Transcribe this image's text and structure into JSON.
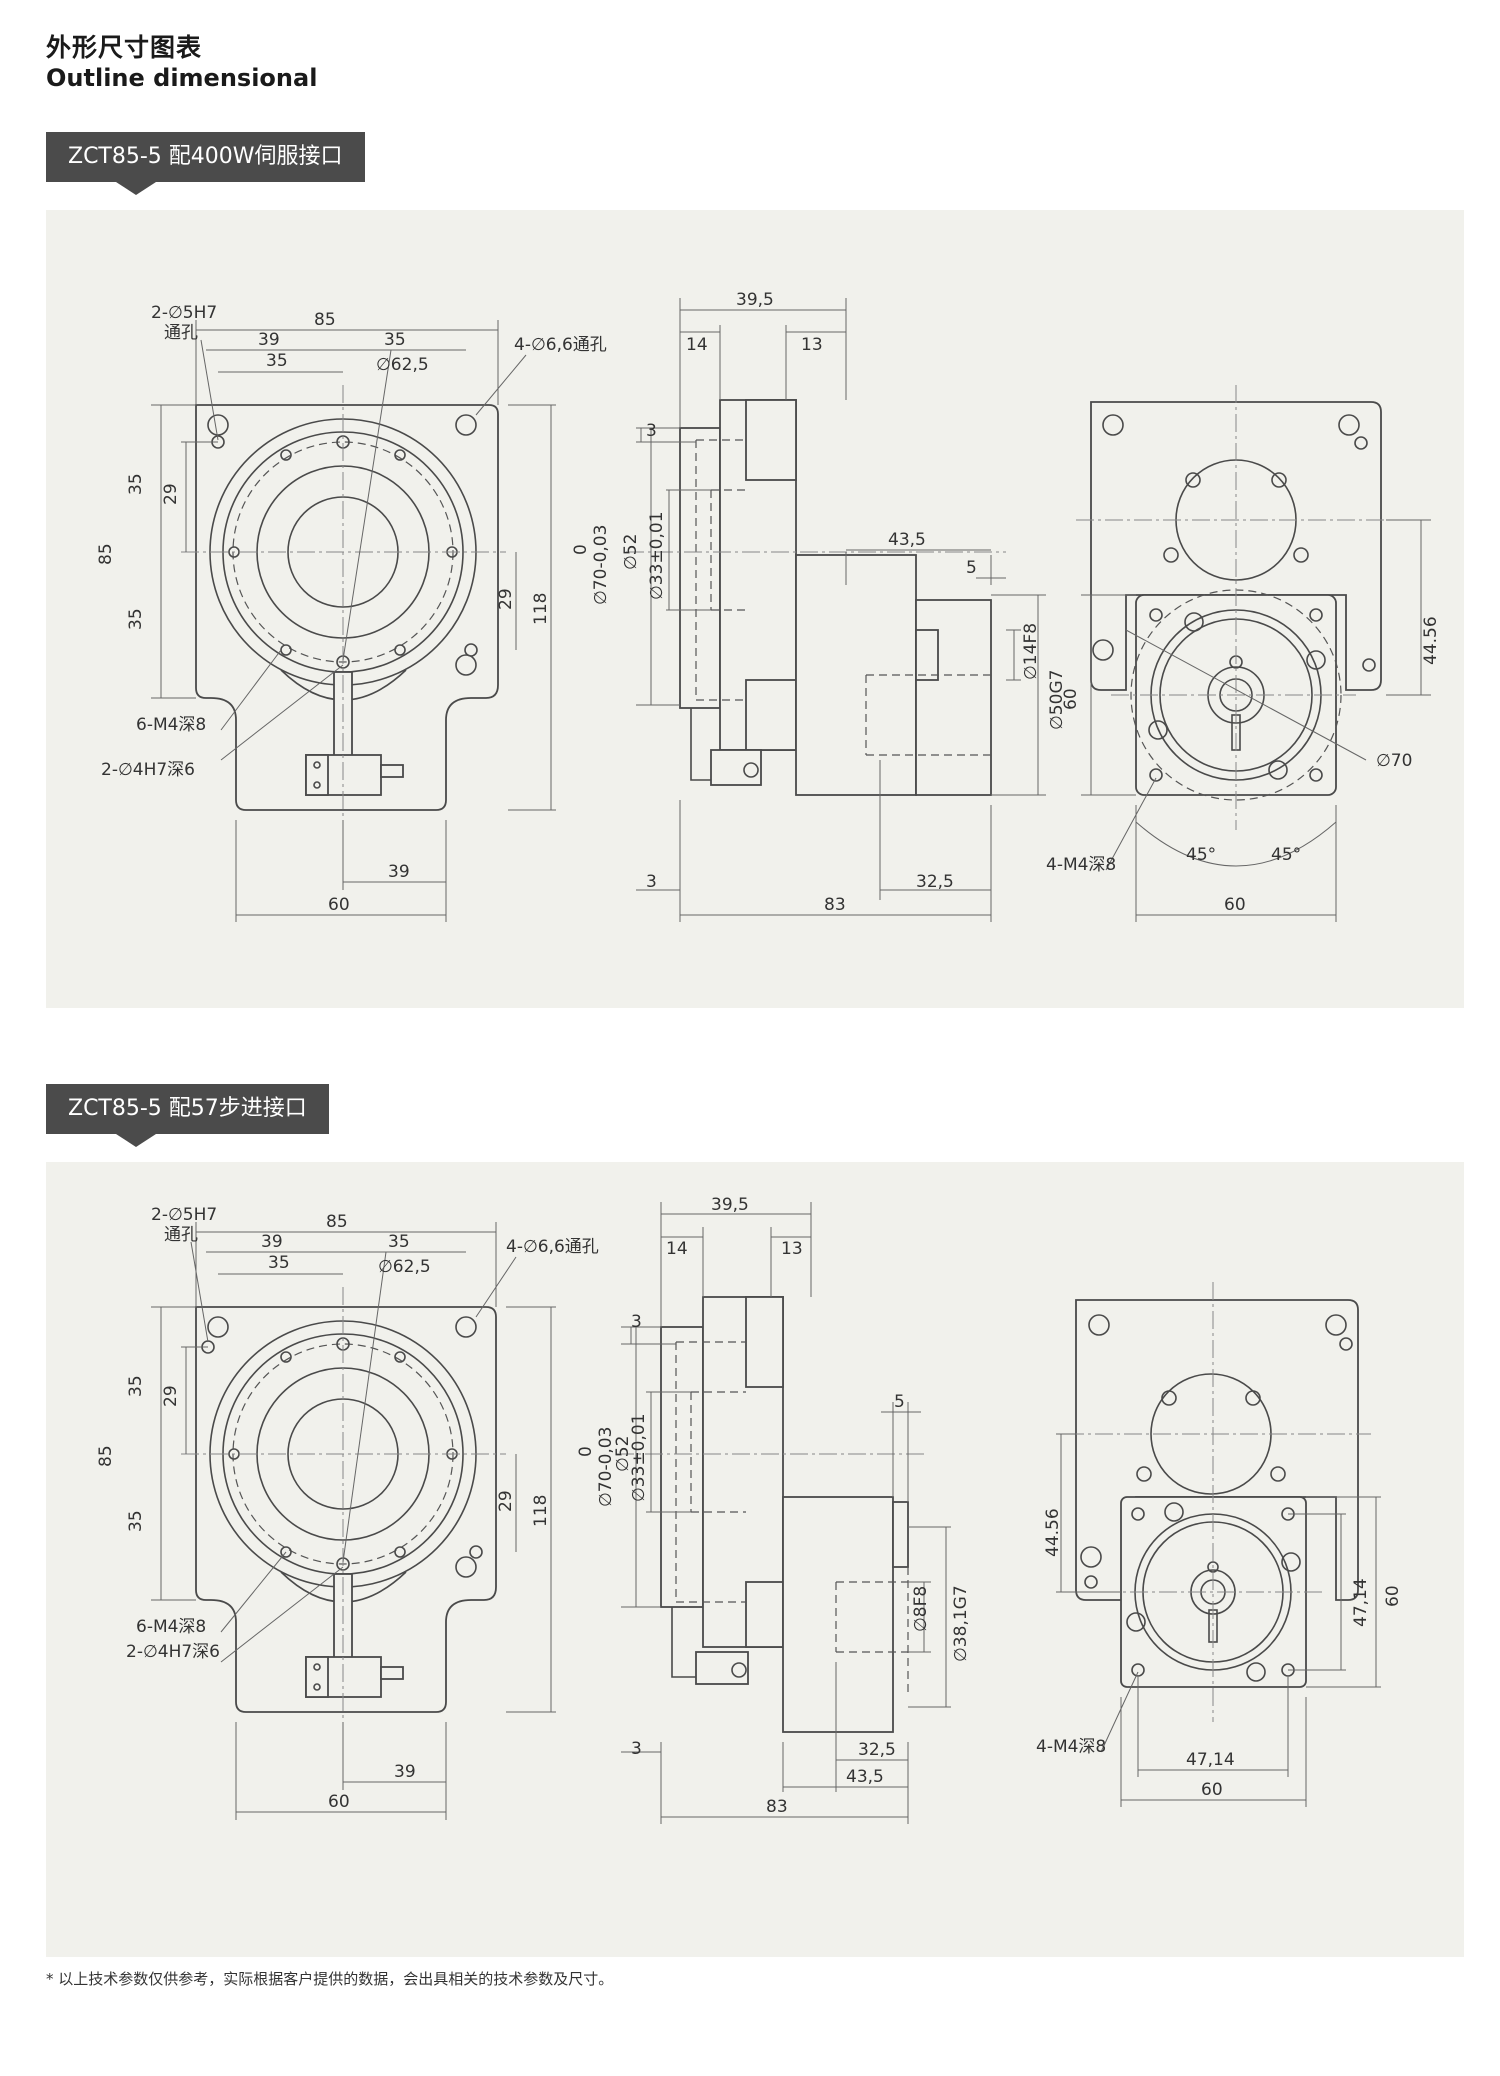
{
  "header": {
    "title_cn": "外形尺寸图表",
    "title_en": "Outline dimensional"
  },
  "section1": {
    "tag": "ZCT85-5 配400W伺服接口",
    "front": {
      "hole1": "2-∅5H7",
      "hole1b": "通孔",
      "hole2": "4-∅6,6通孔",
      "d85_top": "85",
      "d39": "39",
      "d35a": "35",
      "d35b": "35",
      "pcd": "∅62,5",
      "v35a": "35",
      "v29": "29",
      "v85": "85",
      "v35b": "35",
      "v29r": "29",
      "v118": "118",
      "tap": "6-M4深8",
      "pin": "2-∅4H7深6",
      "b39": "39",
      "b60": "60"
    },
    "side": {
      "d395": "39,5",
      "d14": "14",
      "d13": "13",
      "d3top": "3",
      "d0": "0",
      "d70": "∅70-0,03",
      "d52": "∅52",
      "d33": "∅33±0,01",
      "d435": "43,5",
      "d5": "5",
      "d14f8": "∅14F8",
      "d50g7": "∅50G7",
      "d3bot": "3",
      "d325": "32,5",
      "d83": "83"
    },
    "motor": {
      "v4456": "44.56",
      "v60": "60",
      "dia70": "∅70",
      "tap": "4-M4深8",
      "ang1": "45°",
      "ang2": "45°",
      "b60": "60"
    }
  },
  "section2": {
    "tag": "ZCT85-5 配57步进接口",
    "front": {
      "hole1": "2-∅5H7",
      "hole1b": "通孔",
      "hole2": "4-∅6,6通孔",
      "d85_top": "85",
      "d39": "39",
      "d35a": "35",
      "d35b": "35",
      "pcd": "∅62,5",
      "v35a": "35",
      "v29": "29",
      "v85": "85",
      "v35b": "35",
      "v29r": "29",
      "v118": "118",
      "tap": "6-M4深8",
      "pin": "2-∅4H7深6",
      "b39": "39",
      "b60": "60"
    },
    "side": {
      "d395": "39,5",
      "d14": "14",
      "d13": "13",
      "d3top": "3",
      "d0": "0",
      "d70": "∅70-0,03",
      "d52": "∅52",
      "d33": "∅33±0,01",
      "d5": "5",
      "d8f8": "∅8F8",
      "d381g7": "∅38,1G7",
      "d3bot": "3",
      "d325": "32,5",
      "d435": "43,5",
      "d83": "83"
    },
    "motor": {
      "v4456": "44.56",
      "v4714": "47,14",
      "v60": "60",
      "tap": "4-M4深8",
      "h4714": "47,14",
      "b60": "60"
    }
  },
  "footnote": "* 以上技术参数仅供参考，实际根据客户提供的数据，会出具相关的技术参数及尺寸。"
}
